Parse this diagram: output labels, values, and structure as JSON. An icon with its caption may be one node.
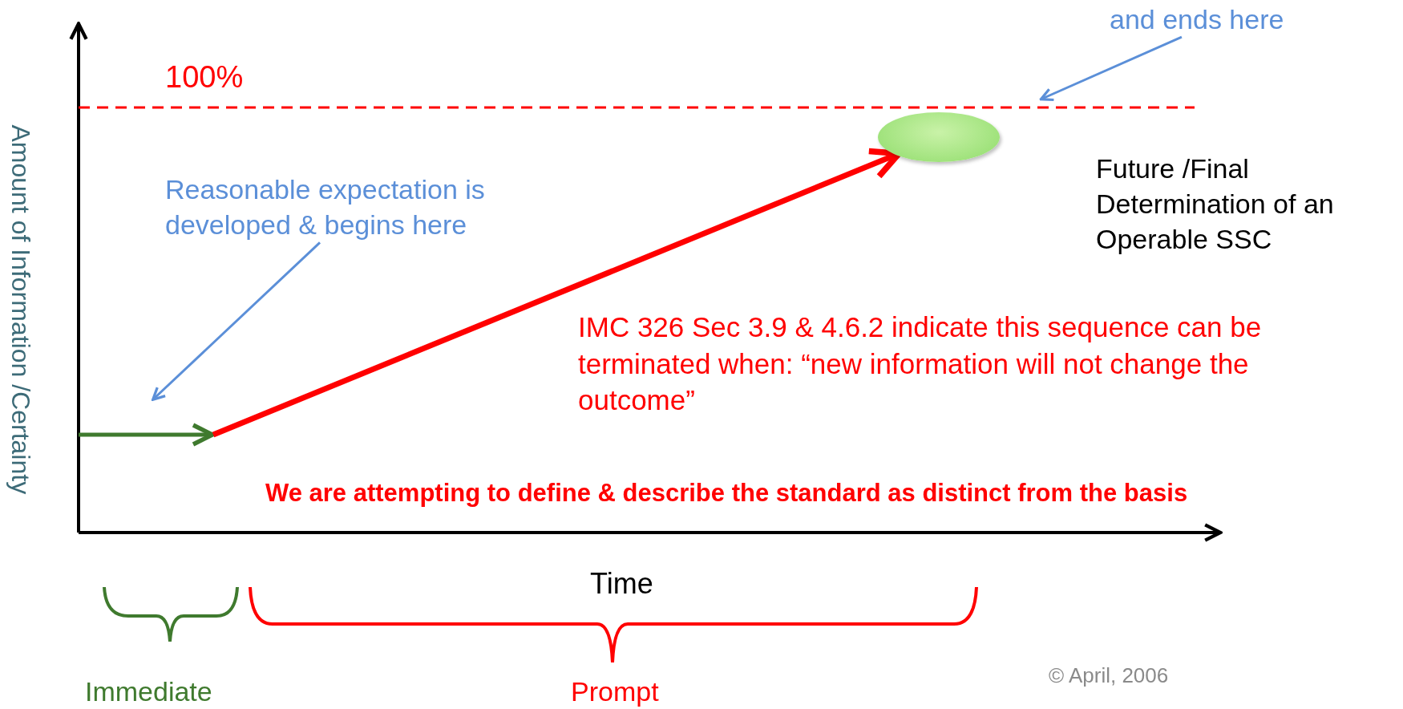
{
  "diagram": {
    "nodes": [
      {
        "text": [
          "Reasonable expectation is developed & begins here"
        ]
      },
      {
        "text": [
          "and ends here"
        ]
      },
      {
        "text": [],
        "shape": "ellipse",
        "beside": [
          "Future /Final Determination of an Operable SSC"
        ]
      }
    ],
    "edges": [
      {
        "from": 0,
        "to": null,
        "arrow": "to",
        "color": "#5b8fd8"
      },
      {
        "from": 1,
        "to": null,
        "arrow": "to",
        "color": "#5b8fd8"
      },
      {
        "from": null,
        "to": 2,
        "arrow": "to",
        "style": "thick",
        "color": "#ff0000"
      }
    ],
    "labels": [
      "Amount of Information /Certainty",
      "100%",
      "IMC 326 Sec 3.9 & 4.6.2 indicate this sequence can be terminated when: “new information will not change the outcome”",
      "We are attempting to define &  describe the  standard as distinct from the basis",
      "Time",
      "Immediate",
      "Prompt",
      "© April, 2006"
    ]
  }
}
